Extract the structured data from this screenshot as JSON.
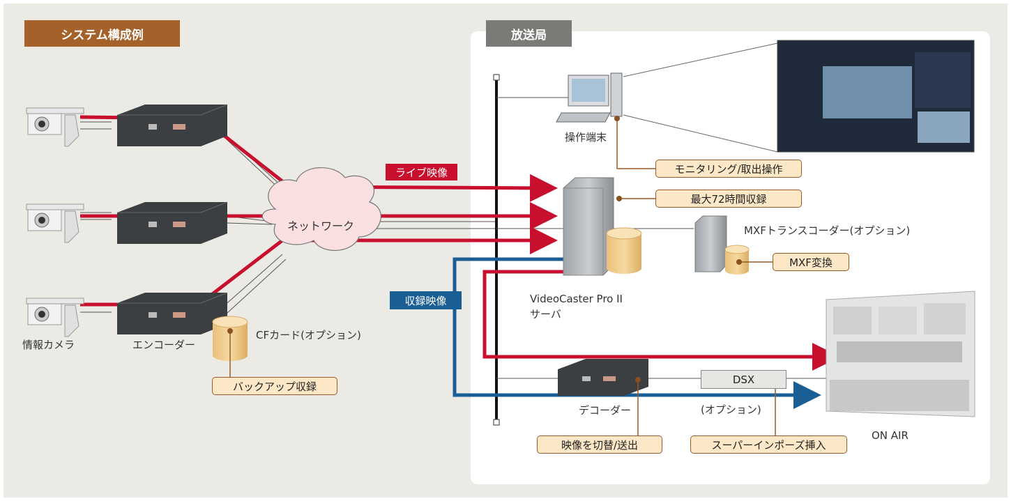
{
  "headers": {
    "system": "システム構成例",
    "station": "放送局"
  },
  "tags": {
    "live": "ライブ映像",
    "recorded": "収録映像"
  },
  "network": "ネットワーク",
  "labels": {
    "camera": "情報カメラ",
    "encoder": "エンコーダー",
    "cf_card": "CFカード(オプション)",
    "terminal": "操作端末",
    "server_line1": "VideoCaster Pro II",
    "server_line2": "サーバ",
    "transcoder": "MXFトランスコーダー(オプション)",
    "decoder": "デコーダー",
    "dsx": "DSX",
    "option": "(オプション)",
    "on_air": "ON AIR"
  },
  "callouts": {
    "monitoring": "モニタリング/取出操作",
    "max_record": "最大72時間収録",
    "mxf_convert": "MXF変換",
    "backup": "バックアップ収録",
    "switch_send": "映像を切替/送出",
    "superimpose": "スーパーインポーズ挿入"
  },
  "colors": {
    "live_line": "#c8102e",
    "recorded_line": "#1a5e96",
    "header_system": "#a4622a",
    "header_station": "#7a7a77",
    "callout_fill": "#fce8c6",
    "callout_border": "#9a5a28"
  }
}
